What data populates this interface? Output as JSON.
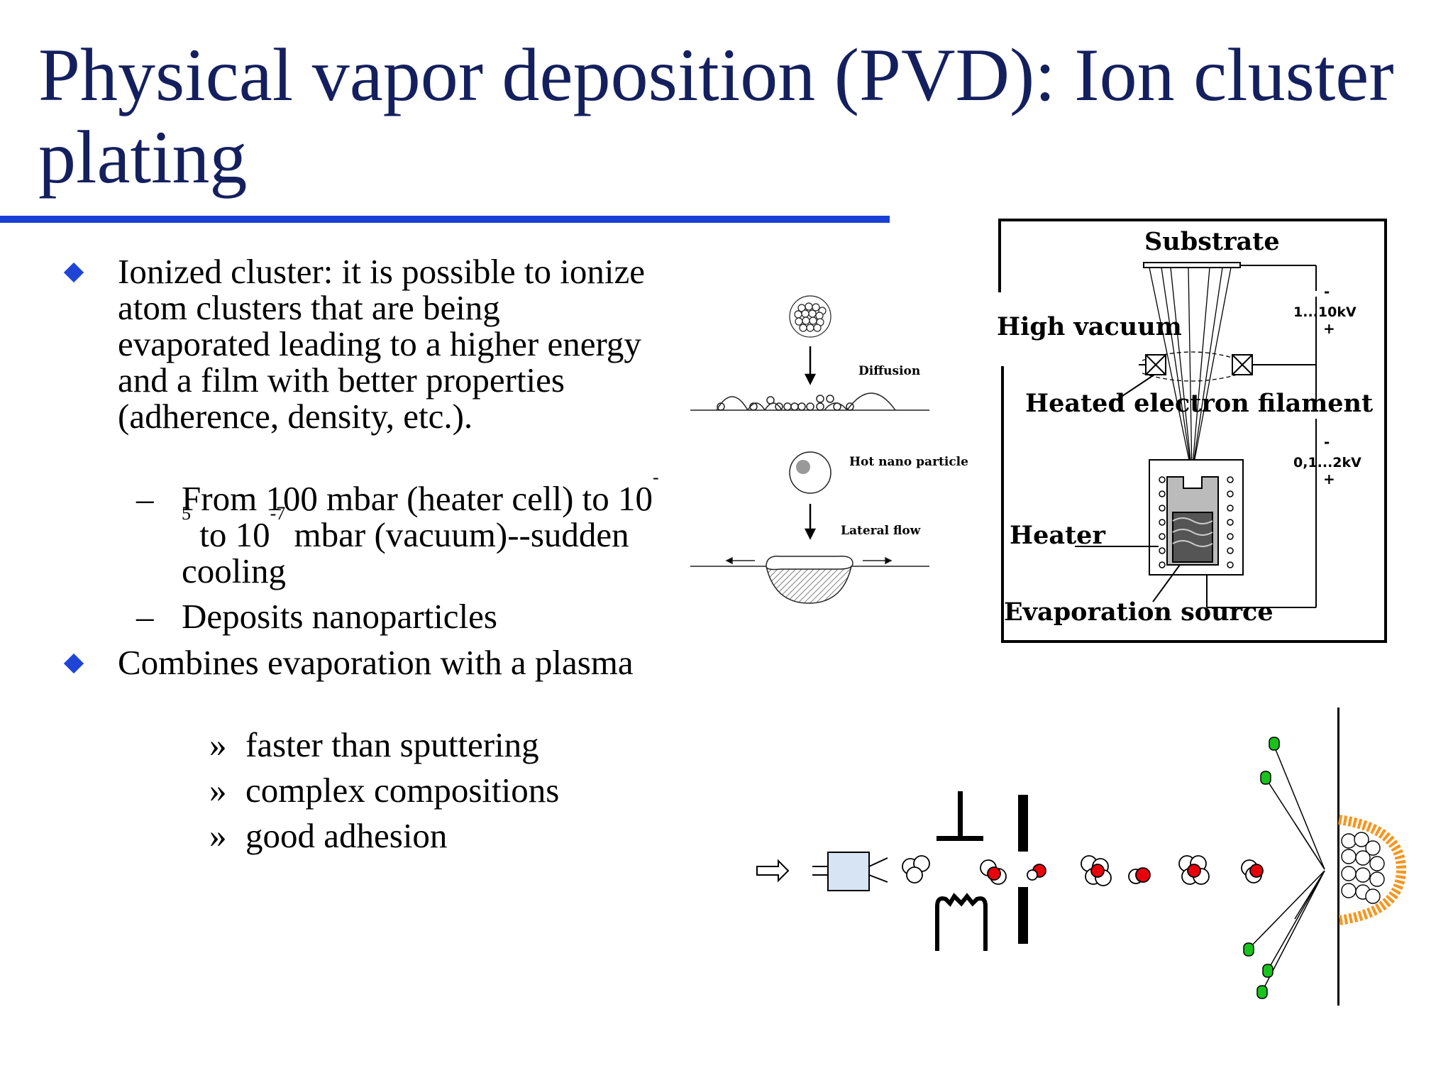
{
  "title": "Physical vapor deposition (PVD): Ion cluster plating",
  "bullets": {
    "b1": "Ionized cluster:  it is possible to ionize atom clusters that are being evaporated leading to a higher energy and a film with better properties (adherence, density, etc.).",
    "b1_sub1_a": "From 100 mbar (heater cell) to 10",
    "b1_sub1_exp1": "-5",
    "b1_sub1_b": " to 10",
    "b1_sub1_exp2": "-7",
    "b1_sub1_c": " mbar (vacuum)--sudden cooling",
    "b1_sub2": "Deposits nanoparticles",
    "b2": "Combines evaporation with a plasma",
    "b2_items": [
      "faster than sputtering",
      "complex compositions",
      "good adhesion"
    ],
    "dash_marker": "–",
    "guillemet": "»"
  },
  "figure_left": {
    "diffusion": "Diffusion",
    "hot": "Hot nano particle",
    "lateral": "Lateral flow"
  },
  "figure_right": {
    "substrate": "Substrate",
    "vacuum": "High vacuum",
    "filament": "Heated electron filament",
    "heater": "Heater",
    "source": "Evaporation source",
    "v1": "1...10kV",
    "v2": "0,1...2kV",
    "minus": "-",
    "plus": "+"
  },
  "colors": {
    "title": "#14205e",
    "rule": "#1a3fd4",
    "bullet": "#1f44d6",
    "ion": "#e8000b",
    "ejected": "#19c21c",
    "film": "#f5951d"
  }
}
